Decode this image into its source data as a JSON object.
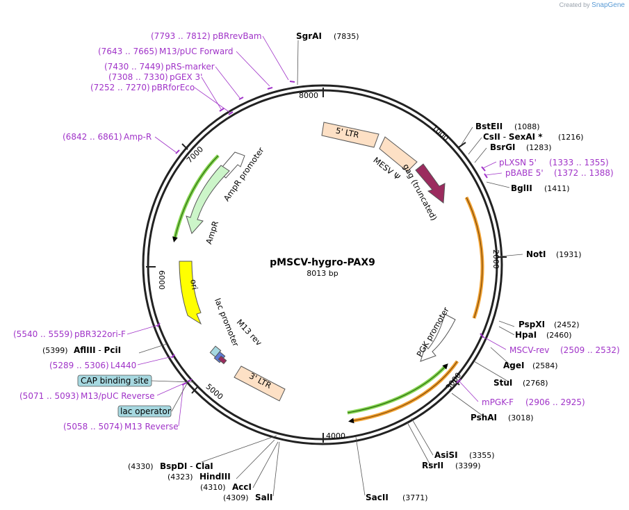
{
  "credit": {
    "prefix": "Created by",
    "brand": "SnapGene"
  },
  "plasmid": {
    "name": "pMSCV-hygro-PAX9",
    "size_label": "8013 bp"
  },
  "ticks": [
    "1000",
    "2000",
    "3000",
    "4000",
    "5000",
    "6000",
    "7000",
    "8000"
  ],
  "features": {
    "ltr5": "5' LTR",
    "mesv": "MESV Ψ",
    "gag": "gag (truncated)",
    "ampr_promoter": "AmpR promoter",
    "ampr": "AmpR",
    "ori": "ori",
    "lac_promoter": "lac promoter",
    "m13rev": "M13 rev",
    "ltr3": "3' LTR",
    "pgk_promoter": "PGK promoter"
  },
  "sites_right": [
    {
      "name": "SgrAI",
      "pos": "(7835)"
    },
    {
      "name": "BstEII",
      "pos": "(1088)"
    },
    {
      "name": "CsII",
      "sep": " - ",
      "name2": "SexAI *",
      "pos": "(1216)"
    },
    {
      "name": "BsrGI",
      "pos": "(1283)"
    },
    {
      "name": "BglII",
      "pos": "(1411)"
    },
    {
      "name": "NotI",
      "pos": "(1931)"
    },
    {
      "name": "PspXI",
      "pos": "(2452)"
    },
    {
      "name": "HpaI",
      "pos": "(2460)"
    },
    {
      "name": "AgeI",
      "pos": "(2584)"
    },
    {
      "name": "StuI",
      "pos": "(2768)"
    },
    {
      "name": "PshAI",
      "pos": "(3018)"
    },
    {
      "name": "AsiSI",
      "pos": "(3355)"
    },
    {
      "name": "RsrII",
      "pos": "(3399)"
    },
    {
      "name": "SacII",
      "pos": "(3771)"
    }
  ],
  "sites_left": [
    {
      "pos": "(5399)",
      "name": "AflIII",
      "sep": " - ",
      "name2": "PciI"
    },
    {
      "pos": "(4330)",
      "name": "BspDI",
      "sep": " - ",
      "name2": "ClaI"
    },
    {
      "pos": "(4323)",
      "name": "HindIII"
    },
    {
      "pos": "(4310)",
      "name": "AccI"
    },
    {
      "pos": "(4309)",
      "name": "SalI"
    }
  ],
  "primers_right": [
    {
      "range": "(1333 .. 1355)",
      "name": "pLXSN 5'"
    },
    {
      "range": "(1372 .. 1388)",
      "name": "pBABE 5'"
    },
    {
      "name": "MSCV-rev",
      "range": "(2509 .. 2532)"
    },
    {
      "name": "mPGK-F",
      "range": "(2906 .. 2925)"
    }
  ],
  "primers_left": [
    {
      "range": "(7793 .. 7812)",
      "name": "pBRrevBam"
    },
    {
      "range": "(7643 .. 7665)",
      "name": "M13/pUC Forward"
    },
    {
      "range": "(7430 .. 7449)",
      "name": "pRS-marker"
    },
    {
      "range": "(7308 .. 7330)",
      "name": "pGEX 3'"
    },
    {
      "range": "(7252 .. 7270)",
      "name": "pBRforEco"
    },
    {
      "range": "(6842 .. 6861)",
      "name": "Amp-R"
    },
    {
      "range": "(5540 .. 5559)",
      "name": "pBR322ori-F"
    },
    {
      "range": "(5289 .. 5306)",
      "name": "L4440"
    },
    {
      "range": "(5071 .. 5093)",
      "name": "M13/pUC Reverse"
    },
    {
      "range": "(5058 .. 5074)",
      "name": "M13 Reverse"
    }
  ],
  "boxed_labels": {
    "cap": "CAP binding site",
    "lac_op": "lac operator"
  },
  "colors": {
    "ltr": "#fde0c5",
    "gag": "#9b2b5e",
    "ampr": "#ccf5c9",
    "ori": "#ffff00",
    "primer": "#a033c8",
    "orange_arc": "#f0a030",
    "green_arc": "#3a9a1a",
    "box": "#a6d8e0"
  }
}
